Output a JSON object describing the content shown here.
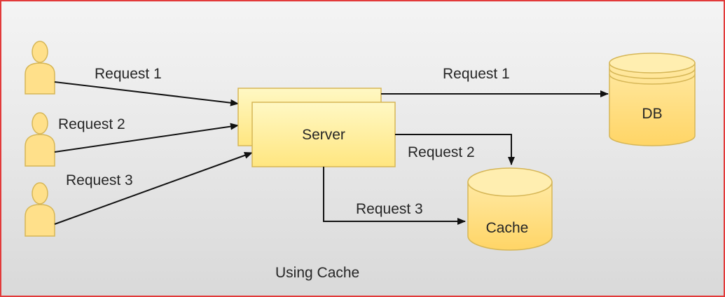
{
  "diagram": {
    "server": "Server",
    "db": "DB",
    "cache": "Cache",
    "caption": "Using Cache",
    "client_requests": [
      "Request 1",
      "Request 2",
      "Request 3"
    ],
    "db_request": "Request 1",
    "cache_request_right": "Request 2",
    "cache_request_bottom": "Request 3"
  },
  "colors": {
    "node_fill": "#fff3a8",
    "node_stroke": "#d6b656",
    "db_fill": "#ffe599",
    "user_fill": "#ffe08a",
    "arrow": "#111111",
    "frame_border": "#e23a3a"
  }
}
